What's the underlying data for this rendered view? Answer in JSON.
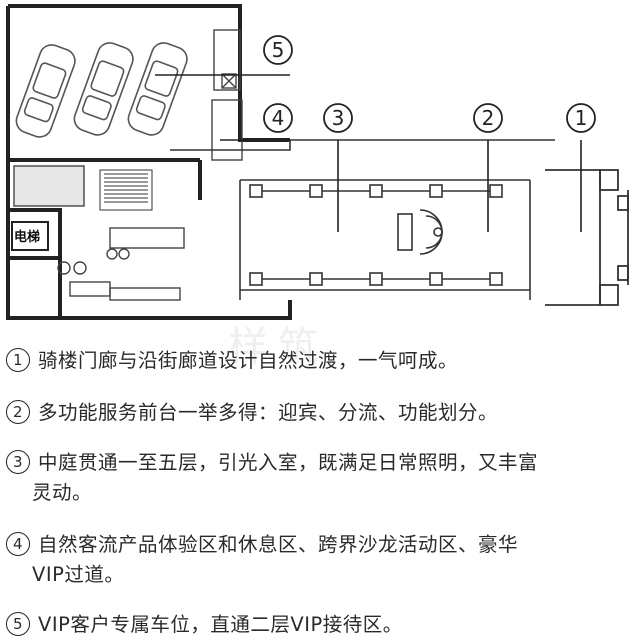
{
  "plan": {
    "callouts": [
      {
        "id": "1",
        "label": "1"
      },
      {
        "id": "2",
        "label": "2"
      },
      {
        "id": "3",
        "label": "3"
      },
      {
        "id": "4",
        "label": "4"
      },
      {
        "id": "5",
        "label": "5"
      }
    ],
    "elevator_label": "电梯"
  },
  "notes": [
    {
      "num": "1",
      "text": "骑楼门廊与沿街廊道设计自然过渡，一气呵成。"
    },
    {
      "num": "2",
      "text": "多功能服务前台一举多得：迎宾、分流、功能划分。"
    },
    {
      "num": "3",
      "text": "中庭贯通一至五层，引光入室，既满足日常照明，又丰富",
      "cont": "灵动。"
    },
    {
      "num": "4",
      "text": "自然客流产品体验区和休息区、跨界沙龙活动区、豪华",
      "cont": "VIP过道。"
    },
    {
      "num": "5",
      "text": "VIP客户专属车位，直通二层VIP接待区。"
    }
  ],
  "watermark": "样筑"
}
